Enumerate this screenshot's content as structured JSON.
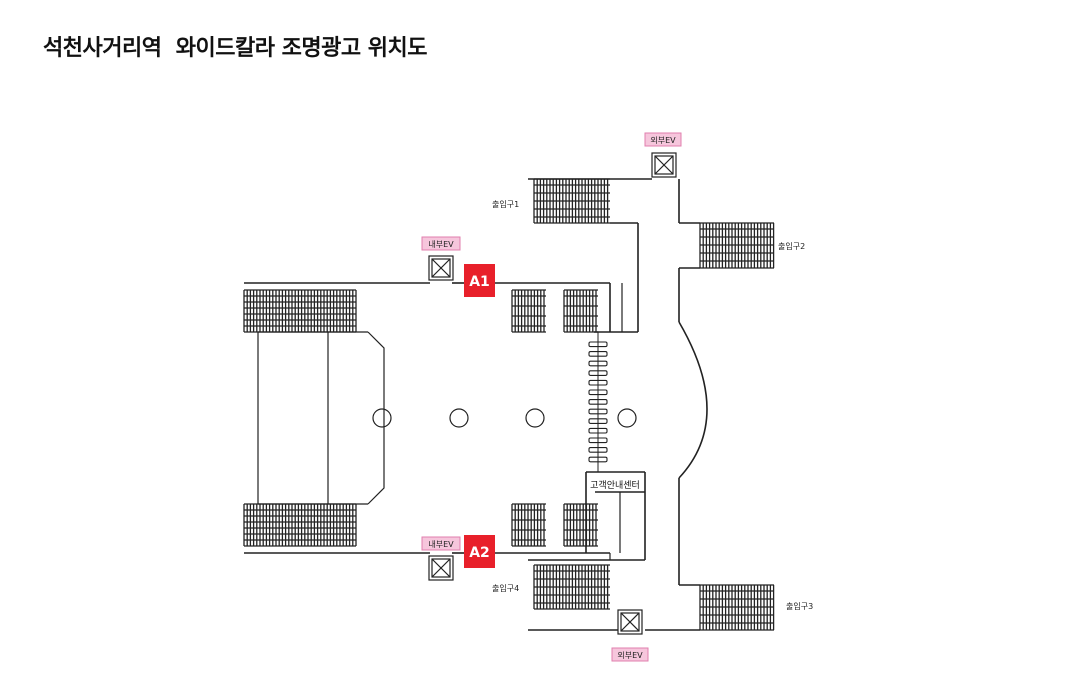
{
  "title": "석천사거리역  와이드칼라 조명광고 위치도",
  "colors": {
    "marker_fill": "#e8202a",
    "ev_tag_fill": "#f6c6dc",
    "ev_tag_border": "#e07fae",
    "line": "#222222"
  },
  "markers": {
    "a1": "A1",
    "a2": "A2"
  },
  "ev_labels": {
    "external_top": "외부EV",
    "external_bottom": "외부EV",
    "internal_top": "내부EV",
    "internal_bottom": "내부EV"
  },
  "exits": {
    "exit1": "출입구1",
    "exit2": "출입구2",
    "exit3": "출입구3",
    "exit4": "출입구4"
  },
  "service_center": "고객안내센터"
}
